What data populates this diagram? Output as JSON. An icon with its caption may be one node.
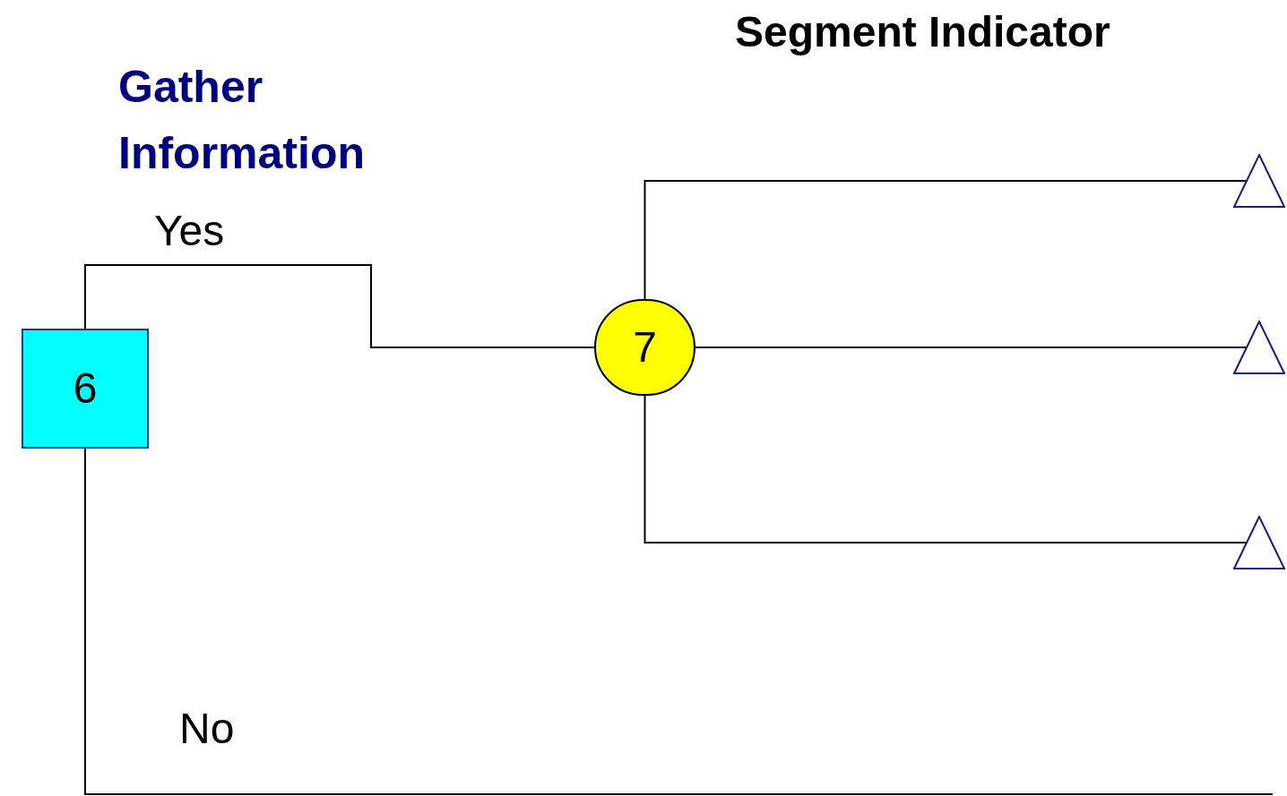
{
  "diagram": {
    "nodes": [
      {
        "text": [
          "6"
        ]
      },
      {
        "text": [
          "7"
        ]
      },
      {
        "text": [],
        "shape": "triangle"
      },
      {
        "text": [],
        "shape": "triangle"
      },
      {
        "text": [],
        "shape": "triangle"
      }
    ],
    "edges": [
      {
        "from": 0,
        "to": 1,
        "arrow": "none",
        "label": "Yes"
      },
      {
        "from": 0,
        "to": null,
        "arrow": "none",
        "label": "No"
      },
      {
        "from": 1,
        "to": 2,
        "arrow": "none"
      },
      {
        "from": 1,
        "to": 3,
        "arrow": "none"
      },
      {
        "from": 1,
        "to": 4,
        "arrow": "none"
      }
    ],
    "labels": [
      "Gather Information",
      "Segment Indicator"
    ]
  }
}
